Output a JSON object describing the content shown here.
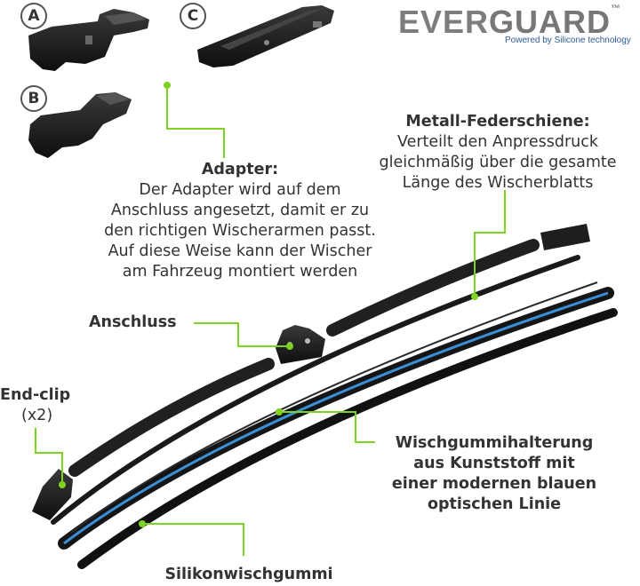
{
  "logo": {
    "brand_left": "EVER",
    "brand_right": "GUARD",
    "trademark": "™",
    "tagline": "Powered by Silicone technology"
  },
  "adapters": [
    {
      "letter": "A"
    },
    {
      "letter": "B"
    },
    {
      "letter": "C"
    }
  ],
  "callouts": {
    "adapter": {
      "title": "Adapter:",
      "lines": [
        "Der Adapter wird auf dem",
        "Anschluss angesetzt, damit er zu",
        "den richtigen Wischerarmen passt.",
        "Auf diese Weise kann der Wischer",
        "am Fahrzeug montiert werden"
      ]
    },
    "spring": {
      "title": "Metall-Federschiene:",
      "lines": [
        "Verteilt den Anpressdruck",
        "gleichmäßig über die gesamte",
        "Länge des Wischerblatts"
      ]
    },
    "connector": {
      "title": "Anschluss"
    },
    "endclip": {
      "title": "End-clip",
      "count": "(x2)"
    },
    "holder": {
      "lines": [
        "Wischgummihalterung",
        "aus Kunststoff mit",
        "einer modernen blauen",
        "optischen Linie"
      ]
    },
    "rubber": {
      "title": "Silikonwischgummi"
    }
  },
  "colors": {
    "accent_green": "#7ed321",
    "blue_line": "#3a8fd6",
    "blade_black": "#1c1c1c"
  }
}
